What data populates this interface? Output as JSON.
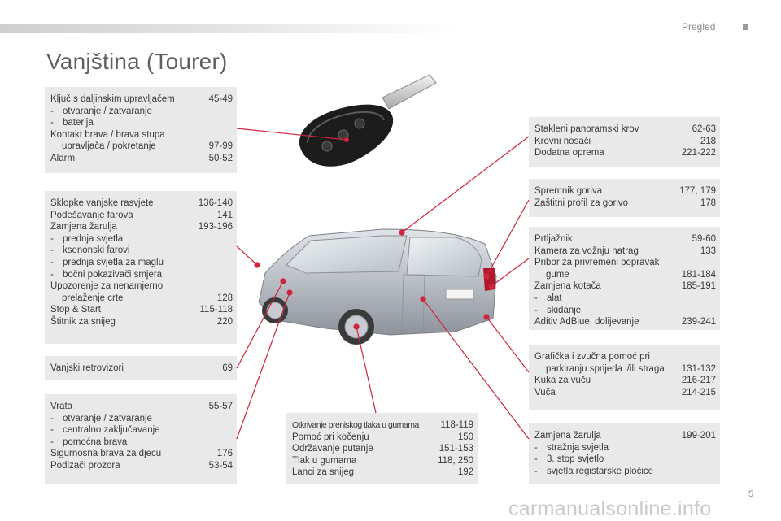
{
  "header": {
    "section_label": "Pregled"
  },
  "title": "Vanjština (Tourer)",
  "boxes": {
    "key": {
      "rows": [
        {
          "type": "item",
          "label": "Ključ s daljinskim upravljačem",
          "page": "45-49"
        },
        {
          "type": "bullet",
          "label": "otvaranje / zatvaranje"
        },
        {
          "type": "bullet",
          "label": "baterija"
        },
        {
          "type": "item",
          "label": "Kontakt brava / brava stupa"
        },
        {
          "type": "indent",
          "label": "upravljača / pokretanje",
          "page": "97-99"
        },
        {
          "type": "item",
          "label": "Alarm",
          "page": "50-52"
        }
      ]
    },
    "lighting": {
      "rows": [
        {
          "type": "item",
          "label": "Sklopke vanjske rasvjete",
          "page": "136-140"
        },
        {
          "type": "item",
          "label": "Podešavanje farova",
          "page": "141"
        },
        {
          "type": "item",
          "label": "Zamjena žarulja",
          "page": "193-196"
        },
        {
          "type": "bullet",
          "label": "prednja svjetla"
        },
        {
          "type": "bullet",
          "label": "ksenonski farovi"
        },
        {
          "type": "bullet",
          "label": "prednja svjetla za maglu"
        },
        {
          "type": "bullet",
          "label": "bočni pokazivači smjera"
        },
        {
          "type": "item",
          "label": "Upozorenje za nenamjerno"
        },
        {
          "type": "indent",
          "label": "prelaženje crte",
          "page": "128"
        },
        {
          "type": "item",
          "label": "Stop & Start",
          "page": "115-118"
        },
        {
          "type": "item",
          "label": "Štitnik za snijeg",
          "page": "220"
        }
      ]
    },
    "mirrors": {
      "rows": [
        {
          "type": "item",
          "label": "Vanjski retrovizori",
          "page": "69"
        }
      ]
    },
    "doors": {
      "rows": [
        {
          "type": "item",
          "label": "Vrata",
          "page": "55-57"
        },
        {
          "type": "bullet",
          "label": "otvaranje / zatvaranje"
        },
        {
          "type": "bullet",
          "label": "centralno zaključavanje"
        },
        {
          "type": "bullet",
          "label": "pomoćna brava"
        },
        {
          "type": "item",
          "label": "Sigurnosna brava za djecu",
          "page": "176"
        },
        {
          "type": "item",
          "label": "Podizači prozora",
          "page": "53-54"
        }
      ]
    },
    "tyres": {
      "rows": [
        {
          "type": "condensed",
          "label": "Otkrivanje preniskog tlaka u gumama",
          "page": "118-119"
        },
        {
          "type": "item",
          "label": "Pomoć pri kočenju",
          "page": "150"
        },
        {
          "type": "item",
          "label": "Održavanje putanje",
          "page": "151-153"
        },
        {
          "type": "item",
          "label": "Tlak u gumama",
          "page": "118, 250"
        },
        {
          "type": "item",
          "label": "Lanci za snijeg",
          "page": "192"
        }
      ]
    },
    "roof": {
      "rows": [
        {
          "type": "item",
          "label": "Stakleni panoramski krov",
          "page": "62-63"
        },
        {
          "type": "item",
          "label": "Krovni nosači",
          "page": "218"
        },
        {
          "type": "item",
          "label": "Dodatna oprema",
          "page": "221-222"
        }
      ]
    },
    "fuel": {
      "rows": [
        {
          "type": "item",
          "label": "Spremnik goriva",
          "page": "177, 179"
        },
        {
          "type": "item",
          "label": "Zaštitni profil za gorivo",
          "page": "178"
        }
      ]
    },
    "boot": {
      "rows": [
        {
          "type": "item",
          "label": "Prtljažnik",
          "page": "59-60"
        },
        {
          "type": "item",
          "label": "Kamera za vožnju natrag",
          "page": "133"
        },
        {
          "type": "item",
          "label": "Pribor za privremeni popravak"
        },
        {
          "type": "indent",
          "label": "gume",
          "page": "181-184"
        },
        {
          "type": "item",
          "label": "Zamjena kotača",
          "page": "185-191"
        },
        {
          "type": "bullet",
          "label": "alat"
        },
        {
          "type": "bullet",
          "label": "skidanje"
        },
        {
          "type": "item",
          "label": "Aditiv AdBlue, dolijevanje",
          "page": "239-241"
        }
      ]
    },
    "parking": {
      "rows": [
        {
          "type": "item",
          "label": "Grafička i zvučna pomoć pri"
        },
        {
          "type": "indent",
          "label": "parkiranju sprijeda i/ili straga",
          "page": "131-132"
        },
        {
          "type": "item",
          "label": "Kuka za vuču",
          "page": "216-217"
        },
        {
          "type": "item",
          "label": "Vuča",
          "page": "214-215"
        }
      ]
    },
    "rear_lamps": {
      "rows": [
        {
          "type": "item",
          "label": "Zamjena žarulja",
          "page": "199-201"
        },
        {
          "type": "bullet",
          "label": "stražnja svjetla"
        },
        {
          "type": "bullet",
          "label": "3. stop svjetlo"
        },
        {
          "type": "bullet",
          "label": "svjetla registarske pločice"
        }
      ]
    }
  },
  "footer": {
    "logo_text": "carmanualsonline.info",
    "page_number": "5"
  },
  "colors": {
    "box_bg": "#e9e9e9",
    "callout_red": "#d0233c",
    "title": "#5f5f5f"
  }
}
